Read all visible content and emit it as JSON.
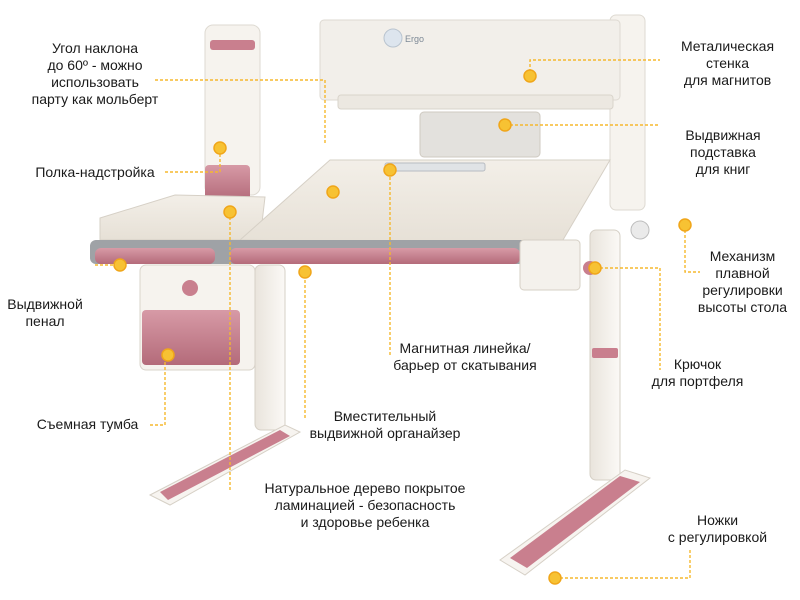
{
  "colors": {
    "accent_pink": "#c97f8e",
    "callout_line": "#f5b82e",
    "callout_dot": "#f7c233",
    "desk_white": "#f1ede6",
    "frame_grey": "#9fa2a6"
  },
  "brand": {
    "logo_text": "Ergo"
  },
  "callouts": [
    {
      "id": "tilt",
      "text": "Угол наклона\nдо 60º - можно\nиспользовать\nпарту как мольберт",
      "icon": "sun-dot-icon"
    },
    {
      "id": "shelf",
      "text": "Полка-надстройка",
      "icon": "sun-dot-icon"
    },
    {
      "id": "pencil",
      "text": "Выдвижной\nпенал",
      "icon": "sun-dot-icon"
    },
    {
      "id": "cabinet",
      "text": "Съемная тумба",
      "icon": "sun-dot-icon"
    },
    {
      "id": "organizer",
      "text": "Вместительный\nвыдвижной органайзер",
      "icon": "sun-dot-icon"
    },
    {
      "id": "wood",
      "text": "Натуральное дерево покрытое\nламинацией - безопасность\nи здоровье ребенка",
      "icon": "sun-dot-icon"
    },
    {
      "id": "magnet_wall",
      "text": "Металическая\nстенка\nдля магнитов",
      "icon": "sun-dot-icon"
    },
    {
      "id": "book_stand",
      "text": "Выдвижная\nподставка\nдля книг",
      "icon": "sun-dot-icon"
    },
    {
      "id": "lift",
      "text": "Механизм\nплавной\nрегулировки\nвысоты стола",
      "icon": "sun-dot-icon"
    },
    {
      "id": "ruler",
      "text": "Магнитная линейка/\nбарьер от скатывания",
      "icon": "sun-dot-icon"
    },
    {
      "id": "hook",
      "text": "Крючок\nдля портфеля",
      "icon": "sun-dot-icon"
    },
    {
      "id": "legs",
      "text": "Ножки\nс регулировкой",
      "icon": "sun-dot-icon"
    }
  ]
}
